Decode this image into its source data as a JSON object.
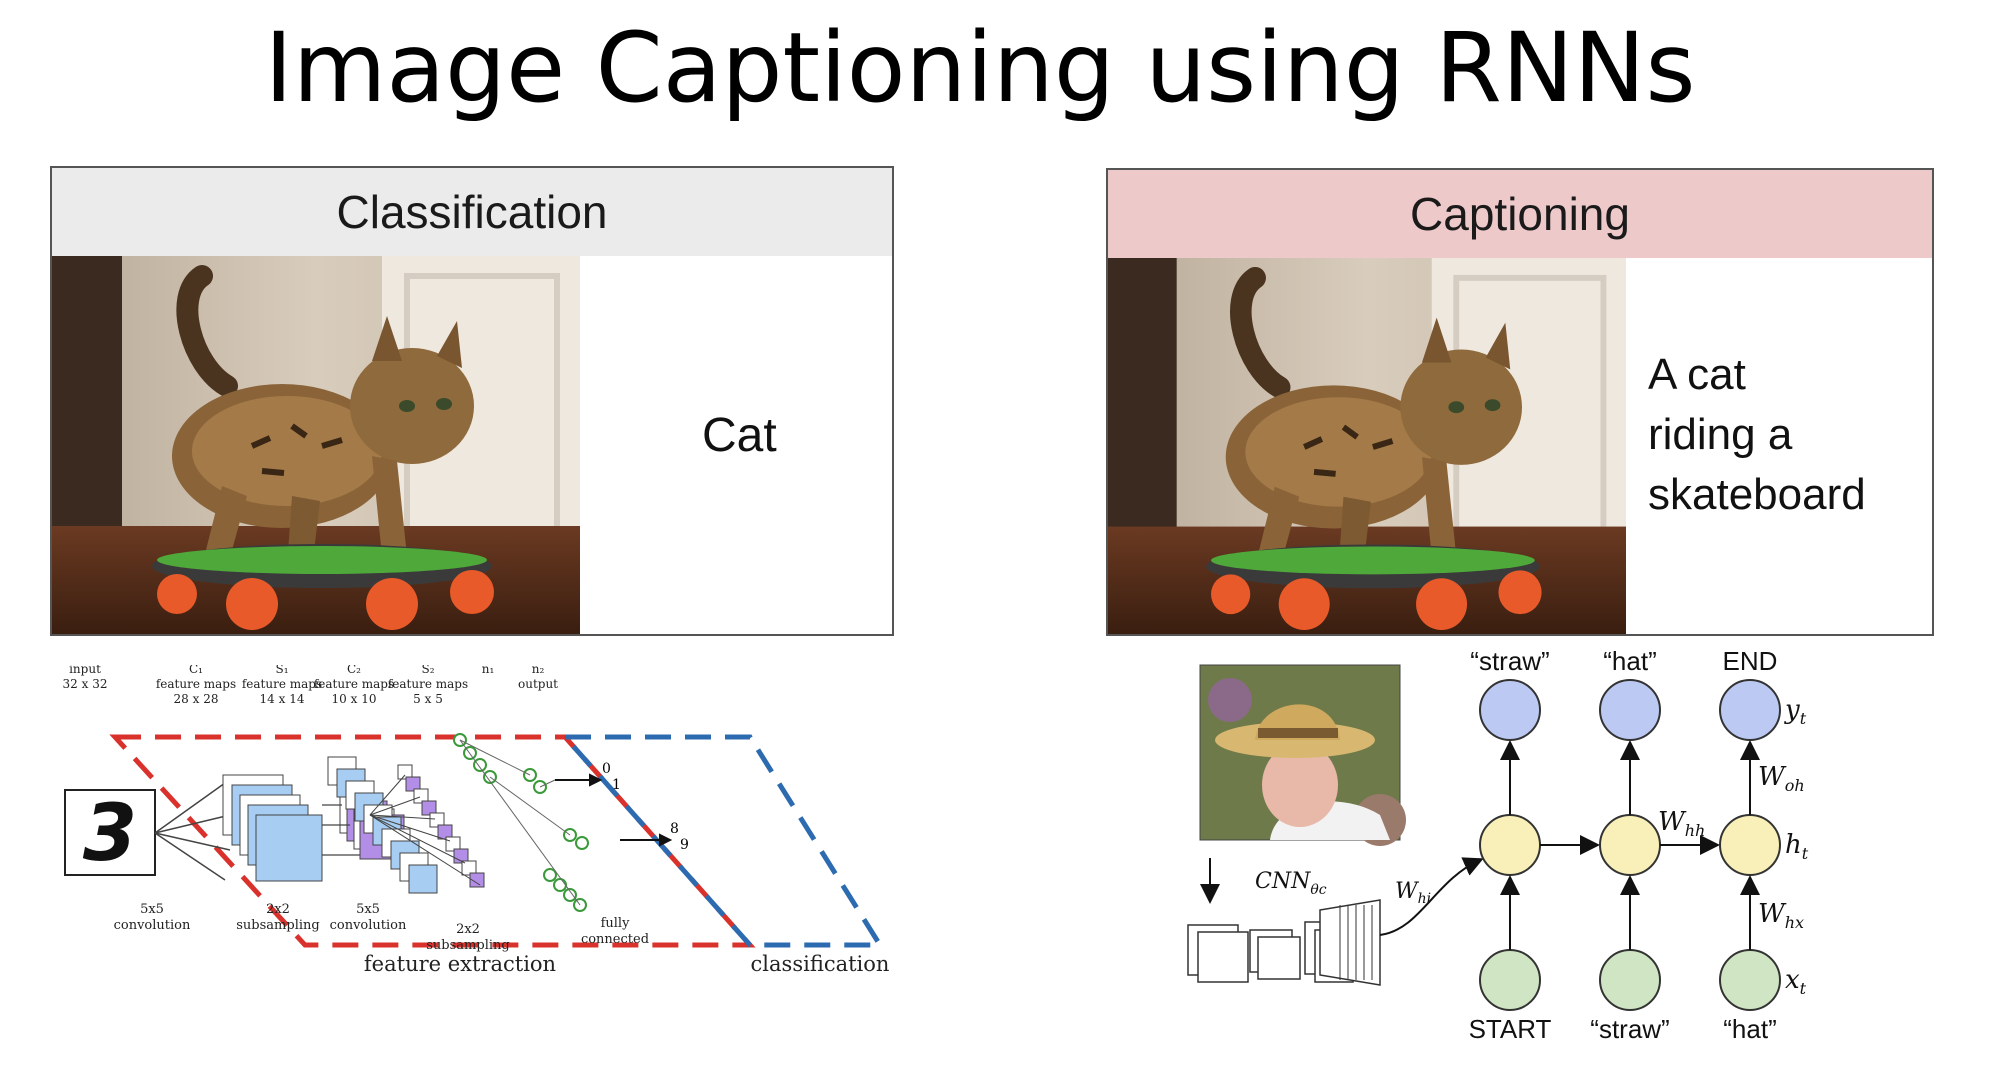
{
  "title": "Image Captioning using RNNs",
  "panels": {
    "classification": {
      "header": "Classification",
      "label": "Cat",
      "header_color": "#ebebeb"
    },
    "captioning": {
      "header": "Captioning",
      "label_lines": [
        "A cat",
        "riding a",
        "skateboard"
      ],
      "header_color": "#eec9c9"
    }
  },
  "lenet": {
    "digit": "3",
    "top_labels": [
      {
        "lines": [
          "input",
          "32 x 32"
        ]
      },
      {
        "lines": [
          "C₁",
          "feature maps",
          "28 x 28"
        ]
      },
      {
        "lines": [
          "S₁",
          "feature maps",
          "14 x 14"
        ]
      },
      {
        "lines": [
          "C₂",
          "feature maps",
          "10 x 10"
        ]
      },
      {
        "lines": [
          "S₂",
          "feature maps",
          "5 x 5"
        ]
      },
      {
        "lines": [
          "n₁"
        ]
      },
      {
        "lines": [
          "n₂",
          "output"
        ]
      }
    ],
    "op_labels": [
      {
        "lines": [
          "5x5",
          "convolution"
        ]
      },
      {
        "lines": [
          "2x2",
          "subsampling"
        ]
      },
      {
        "lines": [
          "5x5",
          "convolution"
        ]
      },
      {
        "lines": [
          "2x2",
          "subsampling"
        ]
      },
      {
        "lines": [
          "fully",
          "connected"
        ]
      }
    ],
    "output_digits": [
      "0",
      "1",
      "8",
      "9"
    ],
    "section_labels": {
      "feature_extraction": "feature extraction",
      "classification": "classification"
    },
    "colors": {
      "red": "#d9312b",
      "blue": "#2d6bb0",
      "map_blue": "#a7cdf2",
      "map_purple": "#b38ee6"
    }
  },
  "rnn": {
    "outputs": [
      "“straw”",
      "“hat”",
      "END"
    ],
    "inputs": [
      "START",
      "“straw”",
      "“hat”"
    ],
    "cnn_label": "CNN",
    "cnn_subscript": "θc",
    "weights": {
      "hi": "hi",
      "hh": "hh",
      "oh": "oh",
      "hx": "hx"
    },
    "vars": {
      "y": "y",
      "h": "h",
      "x": "x",
      "sub": "t"
    },
    "colors": {
      "output": "#bcc9f2",
      "hidden": "#f8f0b8",
      "input": "#cfe5c4"
    }
  }
}
